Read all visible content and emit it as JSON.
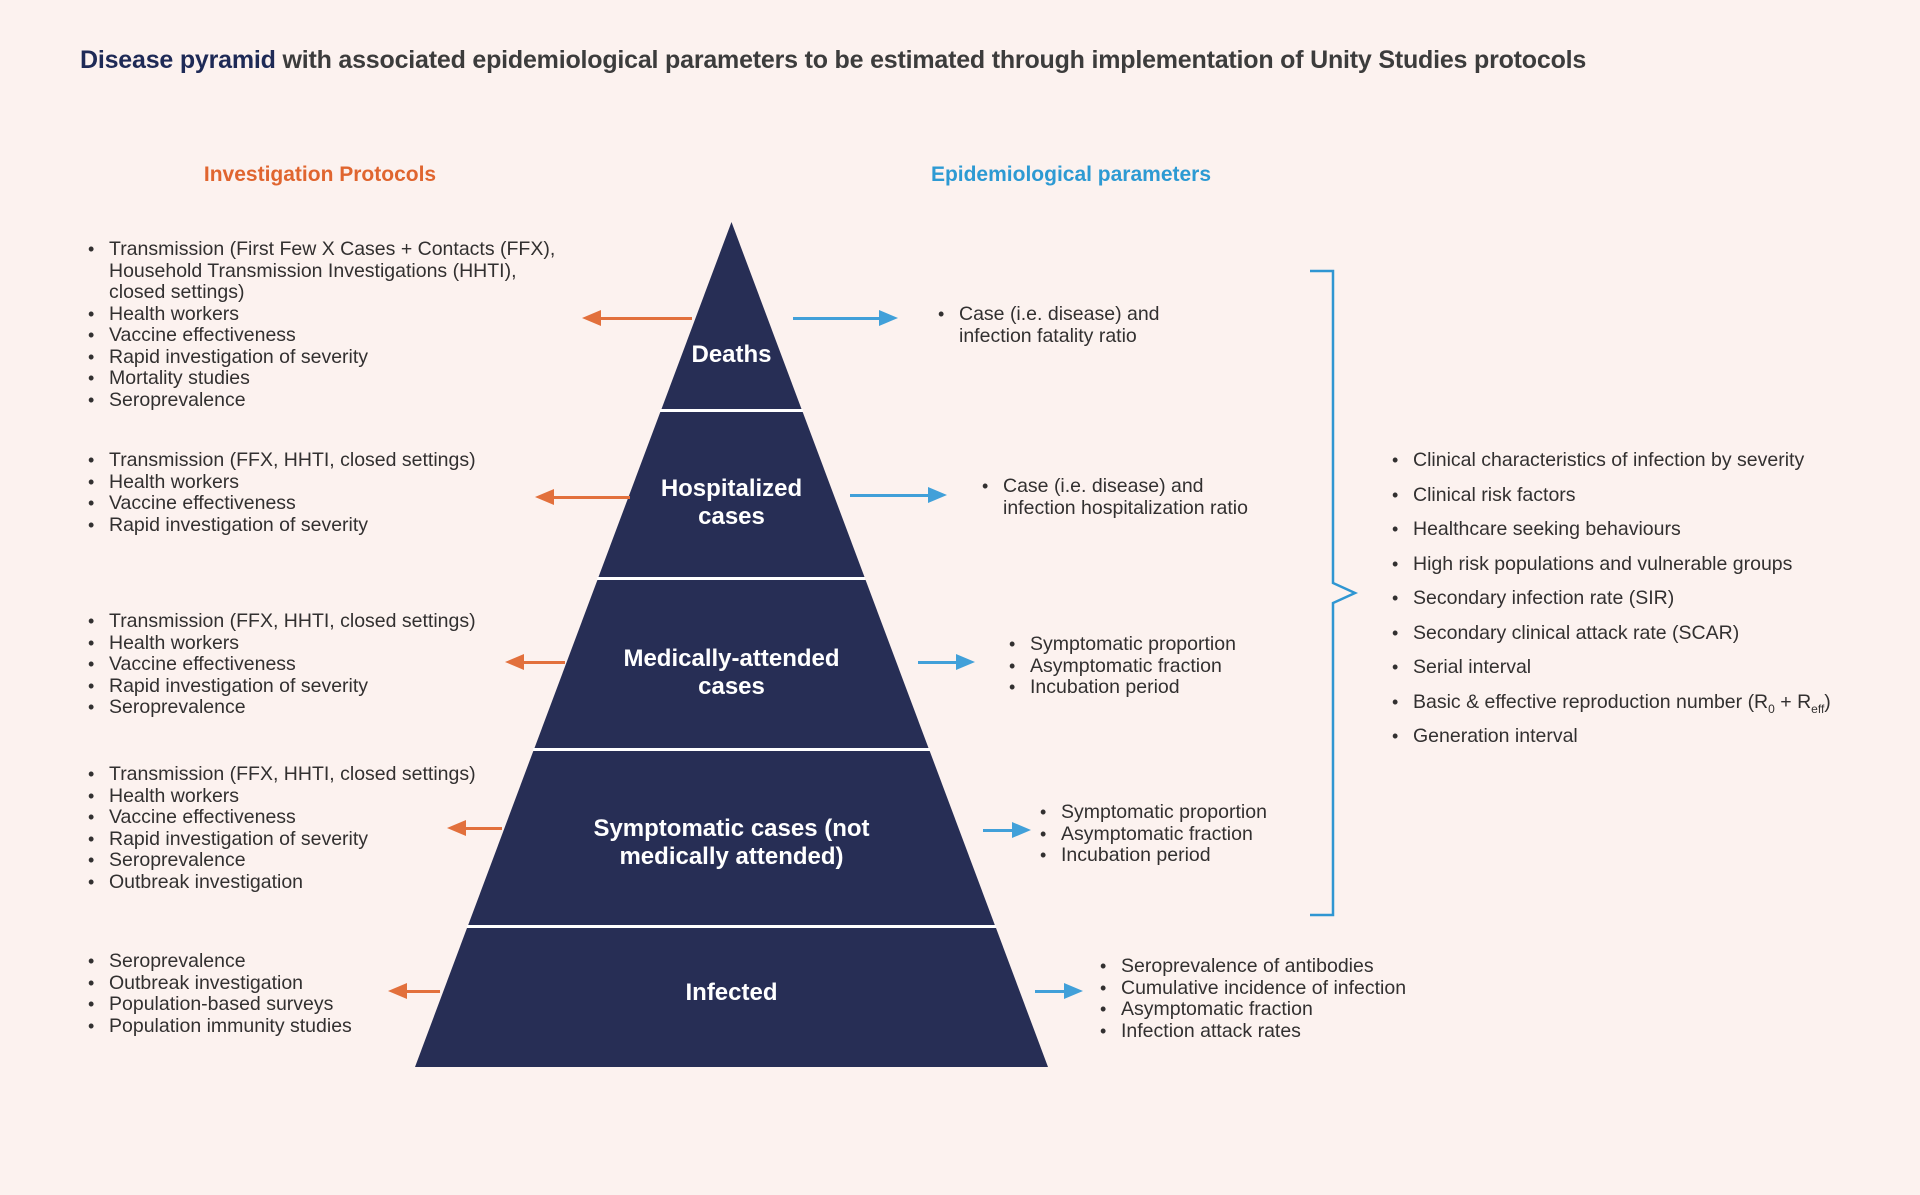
{
  "title": {
    "highlight": "Disease pyramid",
    "rest": " with associated epidemiological parameters to be estimated through implementation of Unity Studies protocols"
  },
  "headers": {
    "left": "Investigation Protocols",
    "right": "Epidemiological parameters"
  },
  "pyramid": {
    "levels": [
      {
        "label": "Deaths"
      },
      {
        "label": "Hospitalized cases"
      },
      {
        "label": "Medically-attended cases"
      },
      {
        "label": "Symptomatic cases (not medically attended)"
      },
      {
        "label": "Infected"
      }
    ]
  },
  "left_lists": [
    {
      "level": "Deaths",
      "items": [
        "Transmission (First Few X Cases + Contacts (FFX), Household Transmission Investigations (HHTI), closed settings)",
        "Health workers",
        "Vaccine effectiveness",
        "Rapid investigation of severity",
        "Mortality studies",
        "Seroprevalence"
      ]
    },
    {
      "level": "Hospitalized cases",
      "items": [
        "Transmission (FFX, HHTI, closed settings)",
        "Health workers",
        "Vaccine effectiveness",
        "Rapid investigation of severity"
      ]
    },
    {
      "level": "Medically-attended cases",
      "items": [
        "Transmission (FFX, HHTI, closed settings)",
        "Health workers",
        "Vaccine effectiveness",
        "Rapid investigation of severity",
        "Seroprevalence"
      ]
    },
    {
      "level": "Symptomatic cases",
      "items": [
        "Transmission (FFX, HHTI, closed settings)",
        "Health workers",
        "Vaccine effectiveness",
        "Rapid investigation of severity",
        "Seroprevalence",
        "Outbreak investigation"
      ]
    },
    {
      "level": "Infected",
      "items": [
        "Seroprevalence",
        "Outbreak investigation",
        "Population-based surveys",
        "Population immunity studies"
      ]
    }
  ],
  "right_lists": [
    {
      "level": "Deaths",
      "items": [
        "Case (i.e. disease) and infection fatality ratio"
      ]
    },
    {
      "level": "Hospitalized cases",
      "items": [
        "Case (i.e. disease) and infection hospitalization ratio"
      ]
    },
    {
      "level": "Medically-attended cases",
      "items": [
        "Symptomatic proportion",
        "Asymptomatic fraction",
        "Incubation period"
      ]
    },
    {
      "level": "Symptomatic cases",
      "items": [
        "Symptomatic proportion",
        "Asymptomatic fraction",
        "Incubation period"
      ]
    },
    {
      "level": "Infected",
      "items": [
        "Seroprevalence of antibodies",
        "Cumulative incidence of infection",
        "Asymptomatic fraction",
        "Infection attack rates"
      ]
    }
  ],
  "shared_parameters": {
    "items": [
      "Clinical characteristics of infection by severity",
      "Clinical risk factors",
      "Healthcare seeking behaviours",
      "High risk populations and vulnerable groups",
      "Secondary infection rate (SIR)",
      "Secondary clinical attack rate (SCAR)",
      "Serial interval",
      {
        "pre": "Basic & effective reproduction number (R",
        "sub1": "0",
        "mid": " + R",
        "sub2": "eff",
        "post": ")"
      },
      "Generation interval"
    ]
  },
  "icons": {
    "left_arrow": "arrow-left-icon",
    "right_arrow": "arrow-right-icon",
    "brace": "curly-brace-icon"
  },
  "colors": {
    "background": "#fcf2ef",
    "pyramid_navy": "#272e55",
    "title_navy": "#1e2a56",
    "accent_orange": "#e2703c",
    "accent_blue": "#41a0d9",
    "header_orange": "#e0652f",
    "header_blue": "#2d9ad3",
    "divider_white": "#ffffff",
    "text": "#323030"
  }
}
